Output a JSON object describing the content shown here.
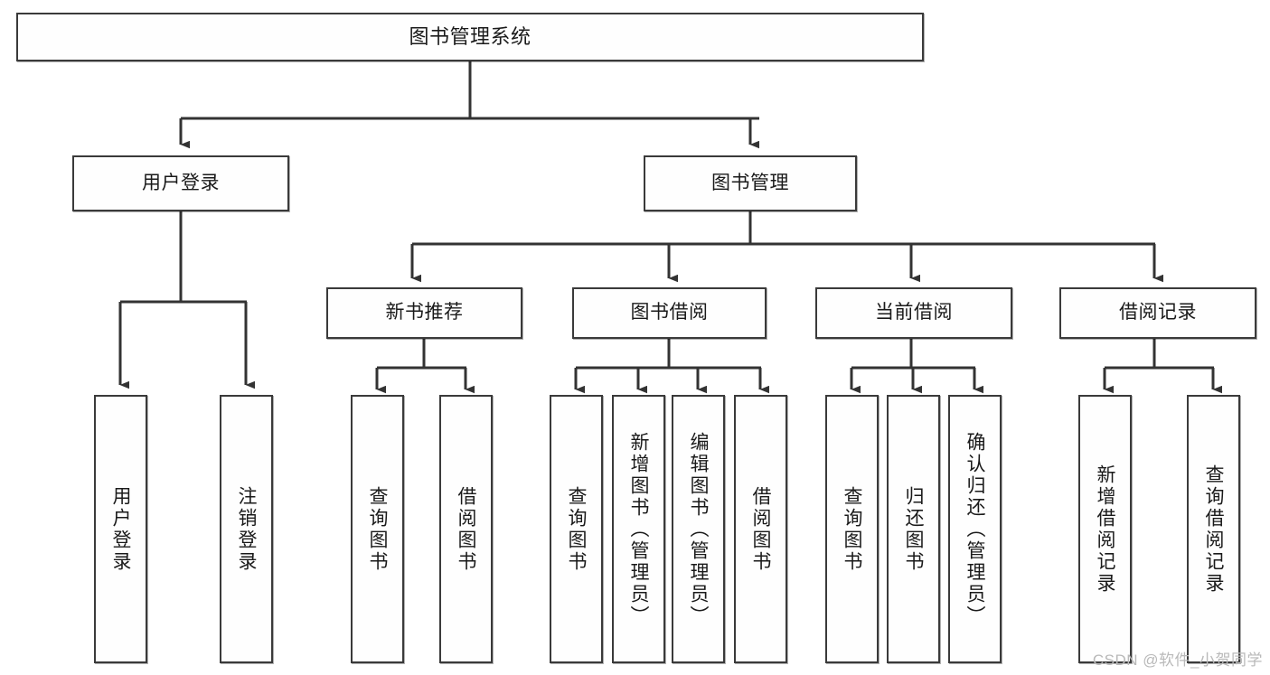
{
  "diagram": {
    "type": "tree-hierarchy",
    "title": "图书管理系统",
    "watermark": "CSDN @软件_小贺同学",
    "colors": {
      "box_border": "#3a3a3a",
      "box_fill": "#fefefe",
      "edge": "#333333",
      "text": "#1a1a1a",
      "watermark": "#b9b9b9"
    },
    "nodes": {
      "root": {
        "label": "图书管理系统",
        "level": 1,
        "orientation": "horizontal"
      },
      "user_login": {
        "label": "用户登录",
        "level": 2,
        "orientation": "horizontal"
      },
      "book_manage": {
        "label": "图书管理",
        "level": 2,
        "orientation": "horizontal"
      },
      "new_book_rec": {
        "label": "新书推荐",
        "level": 3,
        "orientation": "horizontal"
      },
      "book_borrow": {
        "label": "图书借阅",
        "level": 3,
        "orientation": "horizontal"
      },
      "current_borrow": {
        "label": "当前借阅",
        "level": 3,
        "orientation": "horizontal"
      },
      "borrow_record": {
        "label": "借阅记录",
        "level": 3,
        "orientation": "horizontal"
      },
      "leaf_user_login": {
        "label": "用户登录",
        "level": 4,
        "orientation": "vertical"
      },
      "leaf_logout": {
        "label": "注销登录",
        "level": 4,
        "orientation": "vertical"
      },
      "leaf_query_book_1": {
        "label": "查询图书",
        "level": 4,
        "orientation": "vertical"
      },
      "leaf_borrow_book_1": {
        "label": "借阅图书",
        "level": 4,
        "orientation": "vertical"
      },
      "leaf_query_book_2": {
        "label": "查询图书",
        "level": 4,
        "orientation": "vertical"
      },
      "leaf_add_book": {
        "label": "新增图书（管理员）",
        "level": 4,
        "orientation": "vertical"
      },
      "leaf_edit_book": {
        "label": "编辑图书（管理员）",
        "level": 4,
        "orientation": "vertical"
      },
      "leaf_borrow_book_2": {
        "label": "借阅图书",
        "level": 4,
        "orientation": "vertical"
      },
      "leaf_query_book_3": {
        "label": "查询图书",
        "level": 4,
        "orientation": "vertical"
      },
      "leaf_return_book": {
        "label": "归还图书",
        "level": 4,
        "orientation": "vertical"
      },
      "leaf_confirm_return": {
        "label": "确认归还（管理员）",
        "level": 4,
        "orientation": "vertical"
      },
      "leaf_add_record": {
        "label": "新增借阅记录",
        "level": 4,
        "orientation": "vertical"
      },
      "leaf_query_record": {
        "label": "查询借阅记录",
        "level": 4,
        "orientation": "vertical"
      }
    },
    "edges": [
      {
        "from": "root",
        "to": "user_login"
      },
      {
        "from": "root",
        "to": "book_manage"
      },
      {
        "from": "user_login",
        "to": "leaf_user_login"
      },
      {
        "from": "user_login",
        "to": "leaf_logout"
      },
      {
        "from": "book_manage",
        "to": "new_book_rec"
      },
      {
        "from": "book_manage",
        "to": "book_borrow"
      },
      {
        "from": "book_manage",
        "to": "current_borrow"
      },
      {
        "from": "book_manage",
        "to": "borrow_record"
      },
      {
        "from": "new_book_rec",
        "to": "leaf_query_book_1"
      },
      {
        "from": "new_book_rec",
        "to": "leaf_borrow_book_1"
      },
      {
        "from": "book_borrow",
        "to": "leaf_query_book_2"
      },
      {
        "from": "book_borrow",
        "to": "leaf_add_book"
      },
      {
        "from": "book_borrow",
        "to": "leaf_edit_book"
      },
      {
        "from": "book_borrow",
        "to": "leaf_borrow_book_2"
      },
      {
        "from": "current_borrow",
        "to": "leaf_query_book_3"
      },
      {
        "from": "current_borrow",
        "to": "leaf_return_book"
      },
      {
        "from": "current_borrow",
        "to": "leaf_confirm_return"
      },
      {
        "from": "borrow_record",
        "to": "leaf_add_record"
      },
      {
        "from": "borrow_record",
        "to": "leaf_query_record"
      }
    ]
  }
}
